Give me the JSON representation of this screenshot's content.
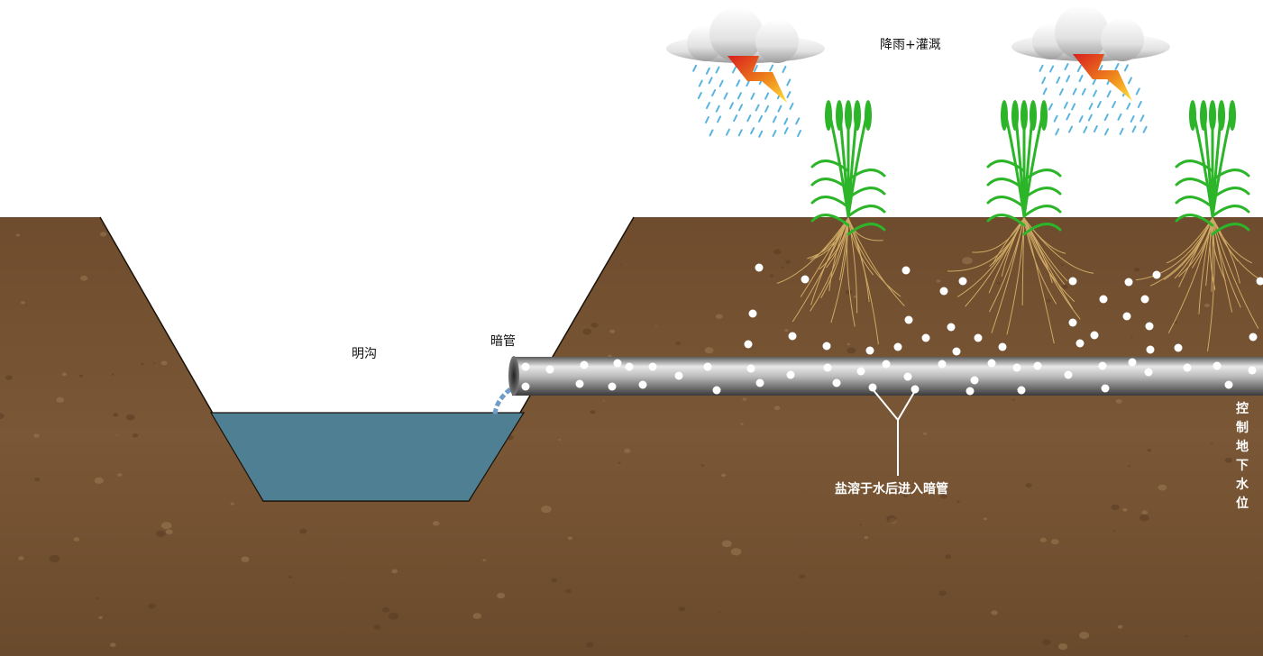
{
  "labels": {
    "rain_irrigation": "降雨+灌溉",
    "open_ditch": "明沟",
    "drain_pipe": "暗管",
    "salt_dissolve": "盐溶于水后进入暗管",
    "control_groundwater": "控\n制\n地\n下\n水\n位"
  },
  "colors": {
    "soil": "#6b4a2b",
    "water": "#4e7f92",
    "pipe": "#9a9a9a",
    "plant": "#2db52a",
    "root": "#d9b36a",
    "rain": "#5ab4e0"
  },
  "icons": [
    "storm-cloud-icon",
    "wheat-plant-icon",
    "salt-particle-icon"
  ]
}
